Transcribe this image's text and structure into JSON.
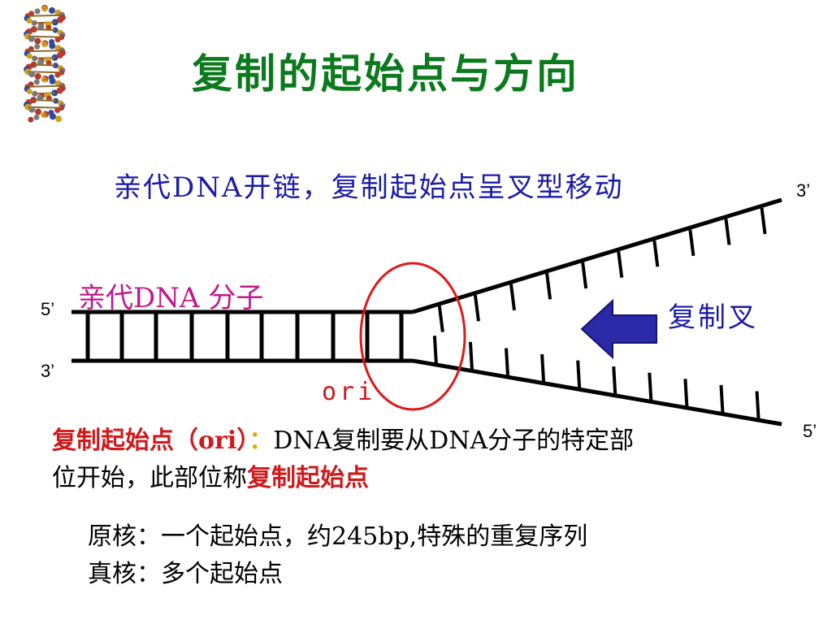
{
  "title": "复制的起始点与方向",
  "subtitle": "亲代DNA开链，复制起始点呈叉型移动",
  "labels": {
    "end_top_right": "3’",
    "end_left_top": "5’",
    "end_left_bottom": "3’",
    "end_bottom_right": "5’",
    "parent_dna": "亲代DNA 分子",
    "replication_fork": "复制叉",
    "ori": "ori"
  },
  "definition": {
    "term": "复制起始点（ori）",
    "colon": "：",
    "text_part1": "DNA复制要从DNA分子的特定部",
    "text_part2": "位开始，此部位称",
    "term_repeat": "复制起始点"
  },
  "notes": {
    "prokaryote": "原核：一个起始点，约245bp,特殊的重复序列",
    "eukaryote": "真核：多个起始点"
  },
  "colors": {
    "title": "#0b7a1c",
    "subtitle": "#1a1aa8",
    "parent_label": "#c1188a",
    "fork_label": "#1a1aa8",
    "ori": "#d0191b",
    "arrow_fill": "#2a2aa8",
    "circle": "#e01818"
  },
  "icons": {
    "dna_helix": "dna-helix-icon",
    "fork_arrow": "left-arrow-icon"
  }
}
